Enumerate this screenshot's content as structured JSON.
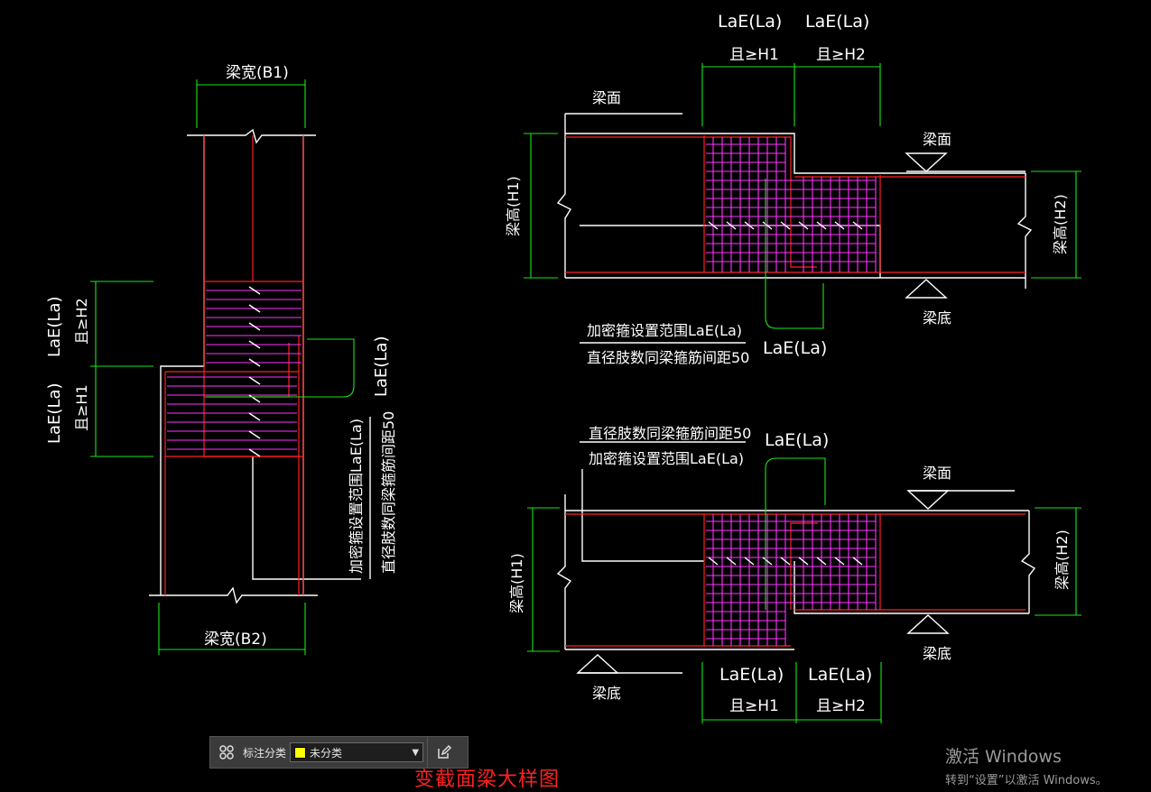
{
  "drawing": {
    "left_detail": {
      "beam_width_top": "梁宽(B1)",
      "beam_width_bottom": "梁宽(B2)",
      "lae_1": "LaE(La)",
      "cond_h2": "且≥H2",
      "lae_2": "LaE(La)",
      "cond_h1": "且≥H1",
      "lae_bend": "LaE(La)",
      "note_range": "加密箍设置范围LaE(La)",
      "note_spacing": "直径肢数同梁箍筋间距50"
    },
    "top_detail": {
      "lae_left": "LaE(La)",
      "lae_right": "LaE(La)",
      "cond_h1": "且≥H1",
      "cond_h2": "且≥H2",
      "beam_top_left": "梁面",
      "beam_top_right": "梁面",
      "beam_bottom": "梁底",
      "height_h1": "梁高(H1)",
      "height_h2": "梁高(H2)",
      "note_range": "加密箍设置范围LaE(La)",
      "note_spacing": "直径肢数同梁箍筋间距50",
      "lae_bend": "LaE(La)"
    },
    "bottom_detail": {
      "note_spacing": "直径肢数同梁箍筋间距50",
      "note_range": "加密箍设置范围LaE(La)",
      "lae_bend": "LaE(La)",
      "beam_top": "梁面",
      "beam_bottom_right": "梁底",
      "beam_bottom_left": "梁底",
      "height_h1": "梁高(H1)",
      "height_h2": "梁高(H2)",
      "lae_left": "LaE(La)",
      "lae_right": "LaE(La)",
      "cond_h1": "且≥H1",
      "cond_h2": "且≥H2"
    },
    "title": "变截面梁大样图"
  },
  "toolbar": {
    "label": "标注分类",
    "selected": "未分类",
    "swatch_color": "#ffff00"
  },
  "watermark": {
    "line1": "激活 Windows",
    "line2": "转到“设置”以激活 Windows。"
  },
  "colors": {
    "background": "#000000",
    "outline": "#ffffff",
    "rebar": "#ff2020",
    "stirrup": "#ff33ff",
    "dimension": "#19e619"
  }
}
